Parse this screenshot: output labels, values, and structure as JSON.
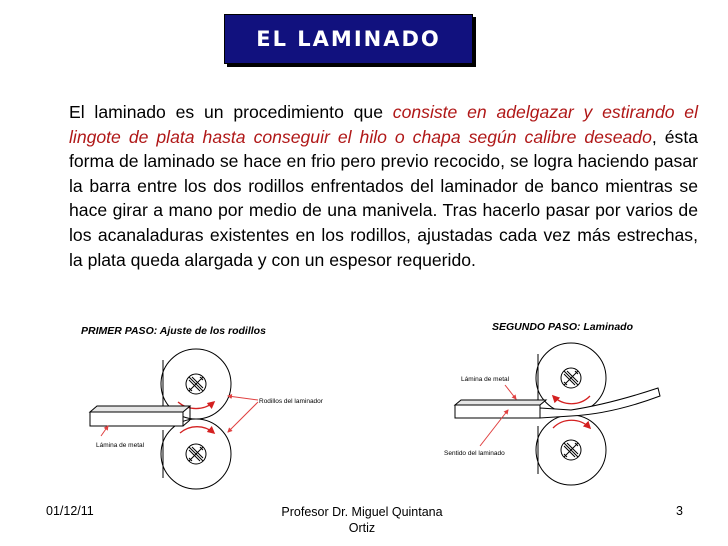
{
  "slide": {
    "title": "EL LAMINADO",
    "paragraph": {
      "part1": "El laminado es un procedimiento que ",
      "emphasis": "consiste en  adelgazar y estirando el lingote de plata hasta conseguir el hilo o chapa según calibre deseado",
      "part2": ", ésta forma de laminado se hace en frio pero previo recocido, se logra haciendo pasar la barra entre los dos rodillos enfrentados del laminador de banco mientras se hace girar a mano por medio de una manivela. Tras hacerlo pasar por varios de los acanaladuras existentes en los rodillos, ajustadas cada vez más estrechas, la plata  queda alargada y con un espesor requerido."
    }
  },
  "diagram": {
    "step1_title": "PRIMER PASO: Ajuste de los rodillos",
    "step1_label_rollers": "Rodillos del laminador",
    "step1_label_sheet": "Lámina de metal",
    "step2_title": "SEGUNDO PASO: Laminado",
    "step2_label_sheet": "Lámina de metal",
    "step2_label_direction": "Sentido del laminado"
  },
  "footer": {
    "date": "01/12/11",
    "author_line1": "Profesor Dr. Miguel Quintana",
    "author_line2": "Ortiz",
    "page": "3"
  },
  "colors": {
    "title_bg": "#11117e",
    "emphasis": "#b01818",
    "arrow_red": "#d42020",
    "label_arrow": "#e04040"
  }
}
